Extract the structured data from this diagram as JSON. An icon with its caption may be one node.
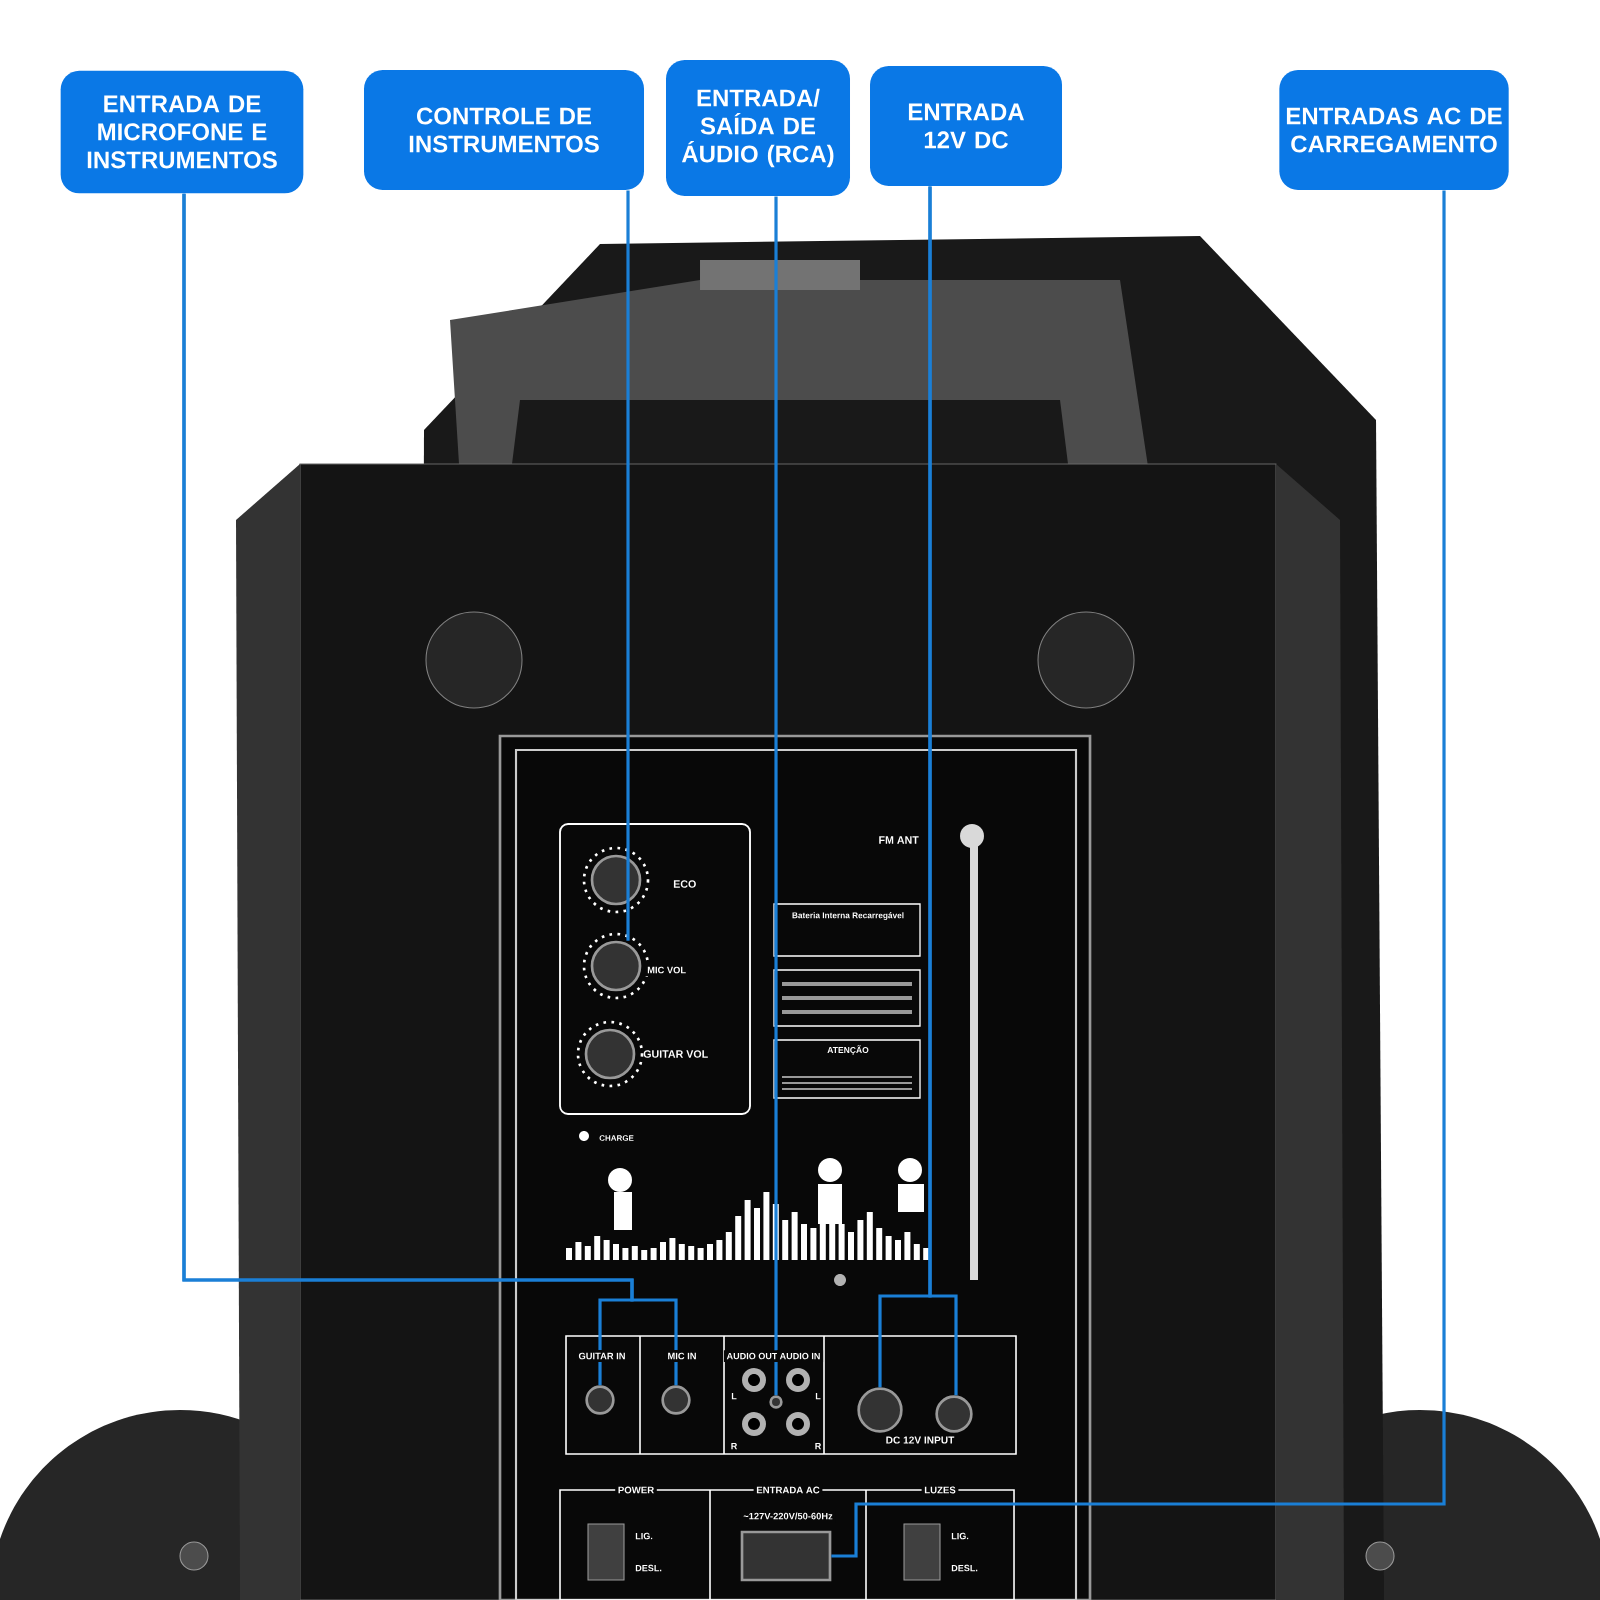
{
  "diagram": {
    "nodes": [
      {
        "text": [
          "ENTRADA DE MICROFONE E INSTRUMENTOS"
        ]
      },
      {
        "text": [
          "CONTROLE DE INSTRUMENTOS"
        ]
      },
      {
        "text": [
          "ENTRADA/ SAÍDA DE ÁUDIO (RCA)"
        ]
      },
      {
        "text": [
          "ENTRADA 12V DC"
        ]
      },
      {
        "text": [
          "ENTRADAS AC DE CARREGAMENTO"
        ]
      },
      {
        "text": [],
        "shape": "circle",
        "beside": [
          "GUITAR IN"
        ]
      },
      {
        "text": [],
        "shape": "circle",
        "beside": [
          "MIC IN"
        ]
      },
      {
        "text": [],
        "shape": "circle",
        "beside": [
          "MIC VOL"
        ]
      },
      {
        "text": [],
        "shape": "circle"
      },
      {
        "text": [],
        "shape": "circle"
      },
      {
        "text": [],
        "shape": "circle"
      },
      {
        "text": [],
        "shape": "box",
        "beside": [
          "~127V-220V/50-60Hz"
        ]
      }
    ],
    "edges": [
      {
        "from": 0,
        "to": 5,
        "arrow": "none"
      },
      {
        "from": 0,
        "to": 6,
        "arrow": "none"
      },
      {
        "from": 1,
        "to": 7,
        "arrow": "none"
      },
      {
        "from": 2,
        "to": 8,
        "arrow": "none"
      },
      {
        "from": 3,
        "to": 9,
        "arrow": "none"
      },
      {
        "from": 3,
        "to": 10,
        "arrow": "none"
      },
      {
        "from": 4,
        "to": 11,
        "arrow": "none"
      }
    ],
    "labels": [
      "ECO",
      "GUITAR VOL",
      "FM ANT",
      "Bateria Interna Recarregável",
      "ATENÇÃO",
      "CHARGE",
      "AUDIO OUT",
      "AUDIO IN",
      "L",
      "L",
      "R",
      "R",
      "DC 12V INPUT",
      "POWER",
      "ENTRADA AC",
      "LUZES",
      "LIG.",
      "DESL.",
      "LIG.",
      "DESL."
    ]
  }
}
